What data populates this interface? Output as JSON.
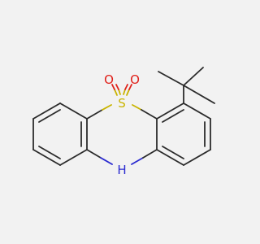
{
  "molecule": {
    "atoms": {
      "sulfur": {
        "label": "S",
        "color": "#c9b400"
      },
      "oxygen_left": {
        "label": "O",
        "color": "#e0201a"
      },
      "oxygen_right": {
        "label": "O",
        "color": "#e0201a"
      },
      "nitrogen_hydrogen": {
        "label": "H",
        "color": "#2a2ad0"
      }
    },
    "colors": {
      "background": "#f2f2f2",
      "bond": "#2b2b2b"
    }
  }
}
